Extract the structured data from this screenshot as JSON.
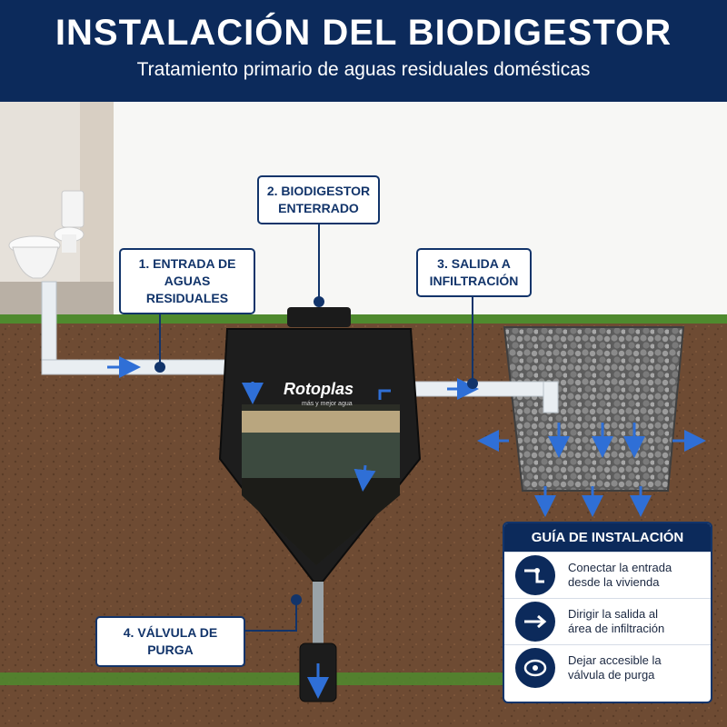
{
  "header": {
    "title": "INSTALACIÓN DEL BIODIGESTOR",
    "subtitle": "Tratamiento primario de aguas residuales domésticas"
  },
  "callouts": {
    "c1_line1": "1. ENTRADA DE",
    "c1_line2": "AGUAS RESIDUALES",
    "c2_line1": "2. BIODIGESTOR",
    "c2_line2": "ENTERRADO",
    "c3_line1": "3. SALIDA A",
    "c3_line2": "INFILTRACIÓN",
    "c4": "4. VÁLVULA DE PURGA"
  },
  "tank": {
    "brand": "Rotoplas",
    "tagline": "más y mejor agua"
  },
  "guide": {
    "title": "GUÍA DE INSTALACIÓN",
    "steps": [
      {
        "line1": "Conectar la entrada",
        "line2": "desde la vivienda",
        "icon": "pipe-connection-icon"
      },
      {
        "line1": "Dirigir la salida al",
        "line2": "área de infiltración",
        "icon": "outlet-arrow-icon"
      },
      {
        "line1": "Dejar accesible la",
        "line2": "válvula de purga",
        "icon": "valve-icon"
      }
    ]
  },
  "colors": {
    "header_bg": "#0c2a5b",
    "accent_blue": "#2f6fd6",
    "soil": "#6b4a32",
    "grass": "#4f8a2e",
    "tank": "#1b1b1b"
  }
}
